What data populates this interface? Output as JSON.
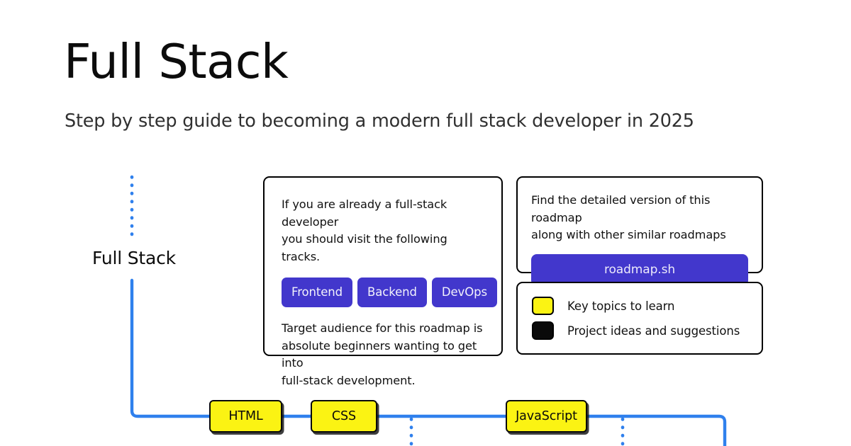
{
  "header": {
    "title": "Full Stack",
    "subtitle": "Step by step guide to becoming a modern full stack developer in 2025"
  },
  "branch": {
    "label": "Full Stack"
  },
  "info_card": {
    "intro_line_1": "If you are already a full-stack developer",
    "intro_line_2": "you should visit the following tracks.",
    "tracks": [
      {
        "label": "Frontend"
      },
      {
        "label": "Backend"
      },
      {
        "label": "DevOps"
      }
    ],
    "outro_line_1": "Target audience for this roadmap is",
    "outro_line_2": "absolute beginners wanting to get into",
    "outro_line_3": "full-stack development."
  },
  "promo_card": {
    "line_1": "Find the detailed version of this roadmap",
    "line_2": "along with other similar roadmaps",
    "button_label": "roadmap.sh"
  },
  "legend_card": {
    "items": [
      {
        "swatch_color": "#fbf313",
        "label": "Key topics to learn"
      },
      {
        "swatch_color": "#0a0a0a",
        "label": "Project ideas and suggestions"
      }
    ]
  },
  "roadmap": {
    "nodes": [
      {
        "label": "HTML"
      },
      {
        "label": "CSS"
      },
      {
        "label": "JavaScript"
      }
    ]
  },
  "colors": {
    "accent_purple": "#4237cc",
    "node_yellow": "#fbf313",
    "connector_blue": "#2f80ed",
    "outline_black": "#000000",
    "text_primary": "#0c0c0c",
    "text_secondary": "#303030"
  }
}
